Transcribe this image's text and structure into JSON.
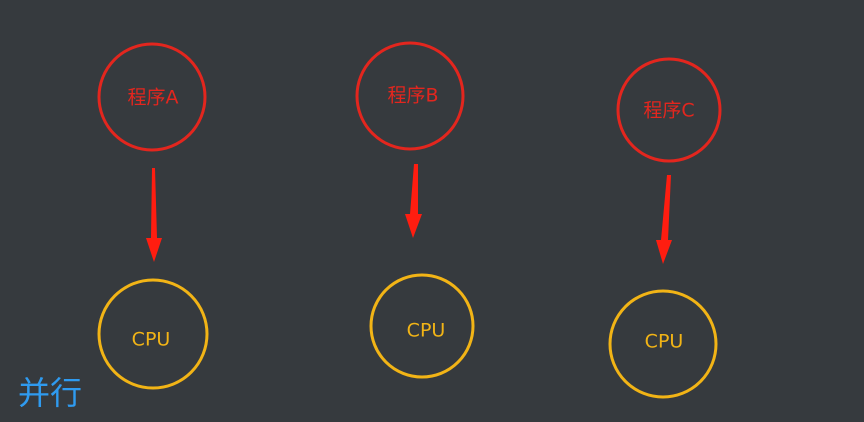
{
  "colors": {
    "background": "#363a3e",
    "program": "#e3261e",
    "cpu": "#f2b416",
    "caption": "#2f9bf0",
    "arrow": "#ff1d10"
  },
  "programs": [
    {
      "label": "程序A"
    },
    {
      "label": "程序B"
    },
    {
      "label": "程序C"
    }
  ],
  "cpus": [
    {
      "label": "CPU"
    },
    {
      "label": "CPU"
    },
    {
      "label": "CPU"
    }
  ],
  "caption": "并行"
}
